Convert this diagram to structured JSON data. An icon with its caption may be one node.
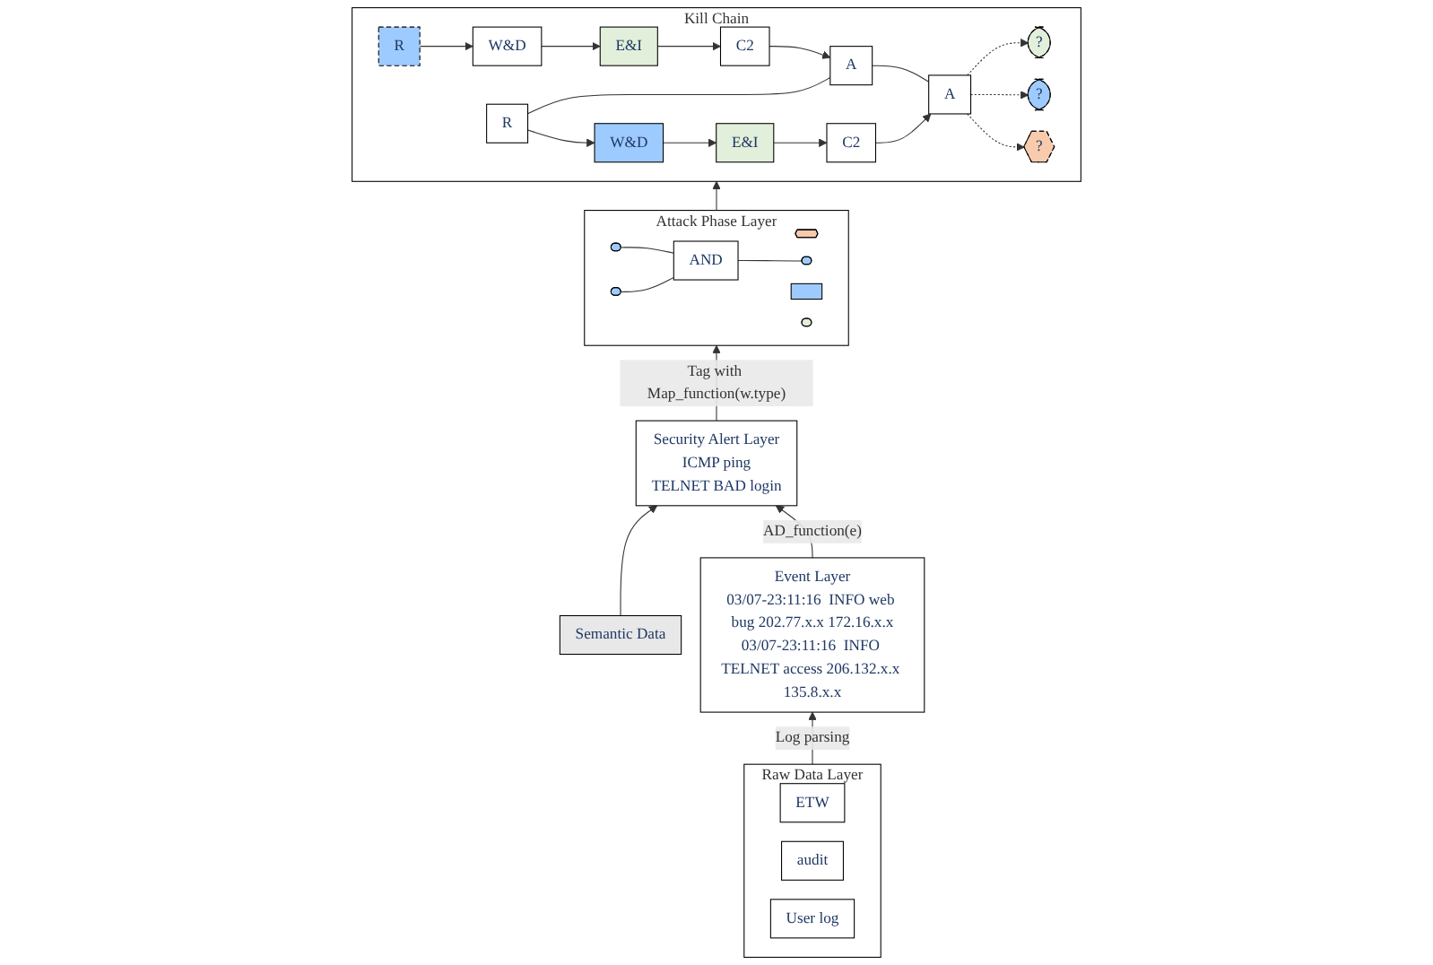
{
  "diagram": {
    "nodes": [
      {
        "text": [
          "Kill Chain"
        ]
      },
      {
        "text": [
          "R"
        ],
        "in": 0
      },
      {
        "text": [
          "W&D"
        ],
        "in": 0
      },
      {
        "text": [
          "E&I"
        ],
        "in": 0
      },
      {
        "text": [
          "C2"
        ],
        "in": 0
      },
      {
        "text": [
          "A"
        ],
        "in": 0
      },
      {
        "text": [
          "R"
        ],
        "in": 0
      },
      {
        "text": [
          "W&D"
        ],
        "in": 0
      },
      {
        "text": [
          "E&I"
        ],
        "in": 0
      },
      {
        "text": [
          "C2"
        ],
        "in": 0
      },
      {
        "text": [
          "A"
        ],
        "in": 0
      },
      {
        "text": [
          "?"
        ],
        "in": 0
      },
      {
        "text": [
          "?"
        ],
        "in": 0
      },
      {
        "text": [
          "?"
        ],
        "in": 0
      },
      {
        "text": [
          "Attack Phase Layer"
        ]
      },
      {
        "text": [],
        "shape": "pentagon",
        "in": 14
      },
      {
        "text": [],
        "shape": "box",
        "in": 14
      },
      {
        "text": [],
        "shape": "ellipse",
        "in": 14
      },
      {
        "text": [],
        "shape": "ellipse",
        "in": 14
      },
      {
        "text": [],
        "shape": "ellipse",
        "in": 14
      },
      {
        "text": [
          "AND"
        ],
        "in": 14
      },
      {
        "text": [],
        "shape": "ellipse",
        "in": 14
      },
      {
        "text": [
          "Security Alert Layer",
          "ICMP ping",
          "TELNET BAD login"
        ]
      },
      {
        "text": [
          "Semantic Data"
        ]
      },
      {
        "text": [
          "Event Layer",
          "03/07-23:11:16  INFO web bug 202.77.x.x 172.16.x.x",
          "03/07-23:11:16  INFO TELNET access 206.132.x.x 135.8.x.x"
        ]
      },
      {
        "text": [
          "Raw Data Layer"
        ]
      },
      {
        "text": [
          "ETW"
        ],
        "in": 25
      },
      {
        "text": [
          "audit"
        ],
        "in": 25
      },
      {
        "text": [
          "User log"
        ],
        "in": 25
      }
    ],
    "edges": [
      {
        "from": 1,
        "to": 2,
        "arrow": "to"
      },
      {
        "from": 2,
        "to": 3,
        "arrow": "to"
      },
      {
        "from": 3,
        "to": 4,
        "arrow": "to"
      },
      {
        "from": 4,
        "to": 5,
        "arrow": "to"
      },
      {
        "from": 6,
        "to": 7,
        "arrow": "to"
      },
      {
        "from": 7,
        "to": 8,
        "arrow": "to"
      },
      {
        "from": 8,
        "to": 9,
        "arrow": "to"
      },
      {
        "from": 9,
        "to": 10,
        "arrow": "to"
      },
      {
        "from": 6,
        "to": 5,
        "arrow": "none"
      },
      {
        "from": 5,
        "to": 10,
        "arrow": "none"
      },
      {
        "from": 10,
        "to": 11,
        "arrow": "to",
        "style": "dashed"
      },
      {
        "from": 10,
        "to": 12,
        "arrow": "to",
        "style": "dashed"
      },
      {
        "from": 10,
        "to": 13,
        "arrow": "to",
        "style": "dashed"
      },
      {
        "from": 18,
        "to": 20,
        "arrow": "none"
      },
      {
        "from": 19,
        "to": 20,
        "arrow": "none"
      },
      {
        "from": 20,
        "to": 21,
        "arrow": "none"
      },
      {
        "from": 14,
        "to": 0,
        "arrow": "to"
      },
      {
        "from": 22,
        "to": 14,
        "arrow": "to",
        "label": "Tag with Map_function(w.type)"
      },
      {
        "from": 23,
        "to": 22,
        "arrow": "to"
      },
      {
        "from": 24,
        "to": 22,
        "arrow": "to",
        "label": "AD_function(e)"
      },
      {
        "from": 25,
        "to": 24,
        "arrow": "to",
        "label": "Log parsing"
      }
    ]
  }
}
